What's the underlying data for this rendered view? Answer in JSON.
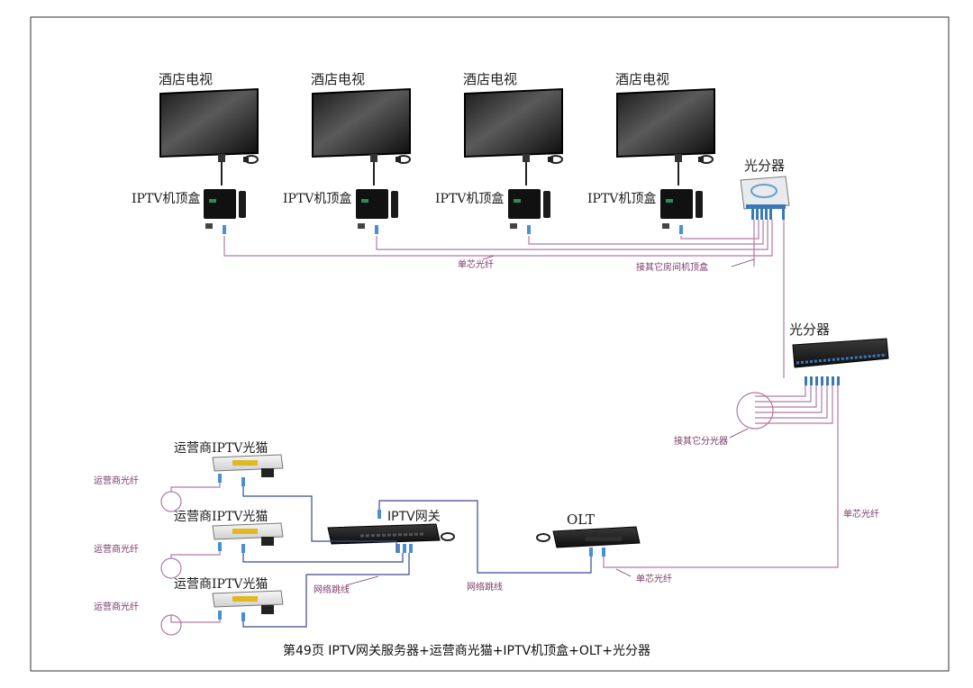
{
  "colors": {
    "fiber": "#b07aa8",
    "network_cable": "#3d4a8c",
    "note_text": "#7a3a6a",
    "border": "#555555"
  },
  "tvs": [
    {
      "label": "酒店电视",
      "stb_label": "IPTV机顶盒"
    },
    {
      "label": "酒店电视",
      "stb_label": "IPTV机顶盒"
    },
    {
      "label": "酒店电视",
      "stb_label": "IPTV机顶盒"
    },
    {
      "label": "酒店电视",
      "stb_label": "IPTV机顶盒"
    }
  ],
  "splitter_top": {
    "label": "光分器",
    "icon": "splitter-box-icon"
  },
  "splitter_rack": {
    "label": "光分器",
    "icon": "splitter-rack-icon"
  },
  "notes": {
    "single_fiber_top": "单芯光纤",
    "to_other_room_stb": "接其它房间机顶盒",
    "to_other_splitter": "接其它分光器",
    "single_fiber_right": "单芯光纤",
    "single_fiber_bottom": "单芯光纤",
    "network_cable_left": "网络跳线",
    "network_cable_mid": "网络跳线"
  },
  "modems": [
    {
      "label": "运营商IPTV光猫",
      "fiber_note": "运营商光纤"
    },
    {
      "label": "运营商IPTV光猫",
      "fiber_note": "运营商光纤"
    },
    {
      "label": "运营商IPTV光猫",
      "fiber_note": "运营商光纤"
    }
  ],
  "gateway": {
    "label": "IPTV网关"
  },
  "olt": {
    "label": "OLT"
  },
  "caption": "第49页  IPTV网关服务器+运营商光猫+IPTV机顶盒+OLT+光分器"
}
